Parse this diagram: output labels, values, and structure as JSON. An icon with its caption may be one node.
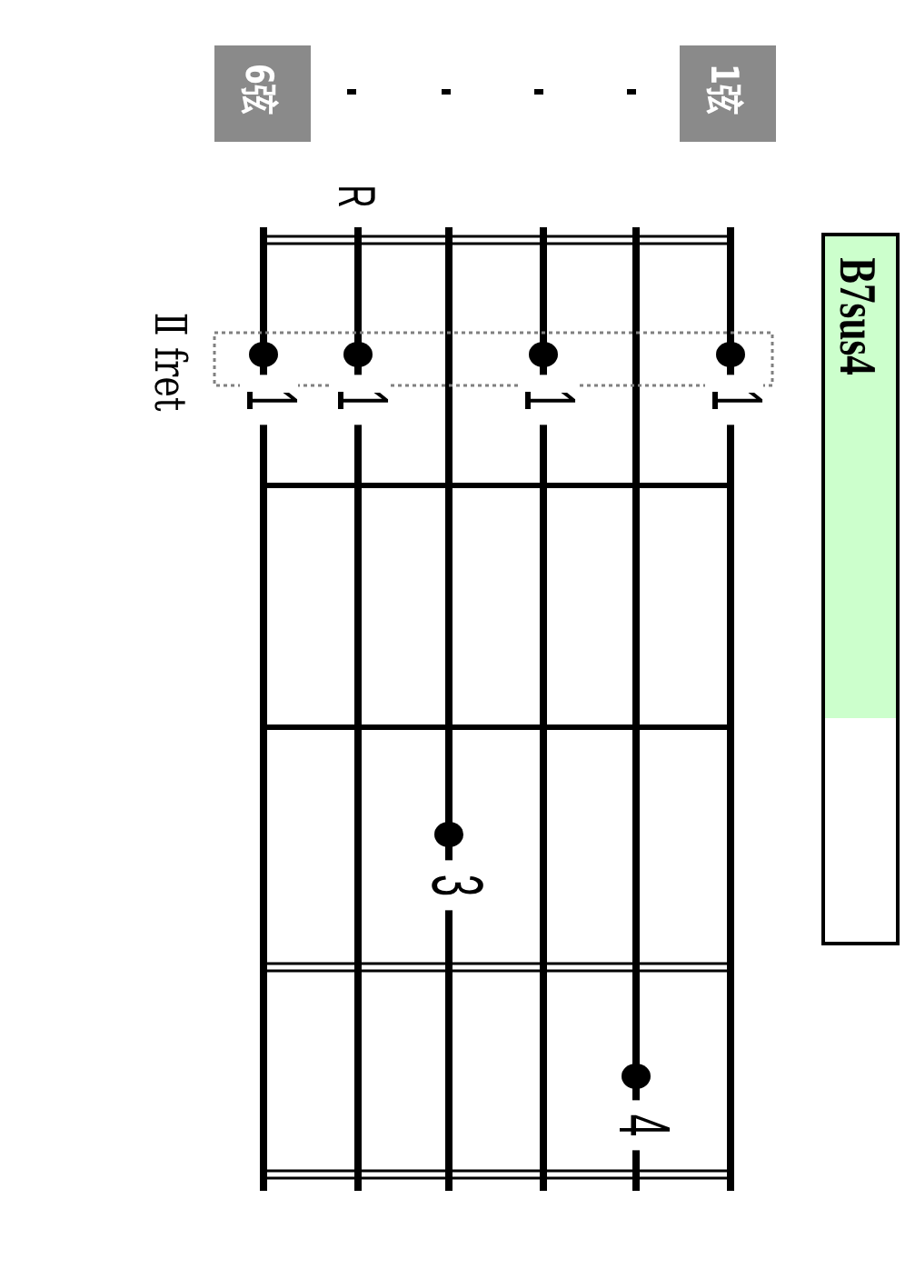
{
  "diagram": {
    "nodes": [
      {
        "text": [
          "B7sus4"
        ]
      },
      {
        "text": [
          "6弦"
        ]
      },
      {
        "text": [
          "1弦"
        ]
      }
    ],
    "labels": [
      "R",
      "Ⅱ fret",
      "1",
      "1",
      "1",
      "1",
      "3",
      "4"
    ]
  }
}
